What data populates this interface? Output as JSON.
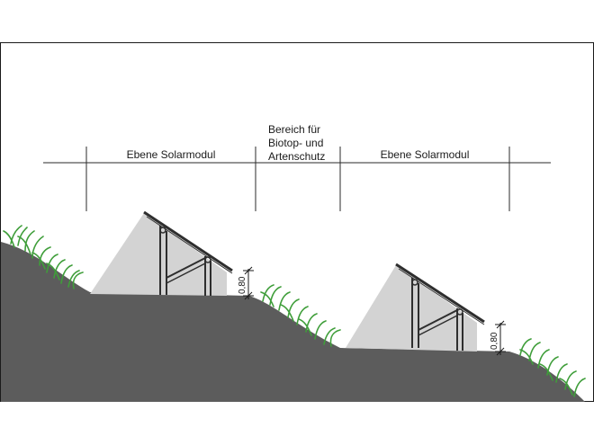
{
  "diagram": {
    "zones": [
      {
        "label": "Ebene Solarmodul"
      },
      {
        "label_lines": [
          "Bereich für",
          "Biotop- und",
          "Artenschutz"
        ]
      },
      {
        "label": "Ebene Solarmodul"
      }
    ],
    "dimension_label": "0,80",
    "colors": {
      "ground": "#5c5c5c",
      "shadow": "#d3d3d3",
      "structure": "#2e2e2e",
      "vegetation": "#3f9e3a",
      "lines": "#2a2a2a"
    },
    "icons": [
      "grass-tuft-icon",
      "solar-panel-icon",
      "dimension-arrow-icon"
    ]
  }
}
